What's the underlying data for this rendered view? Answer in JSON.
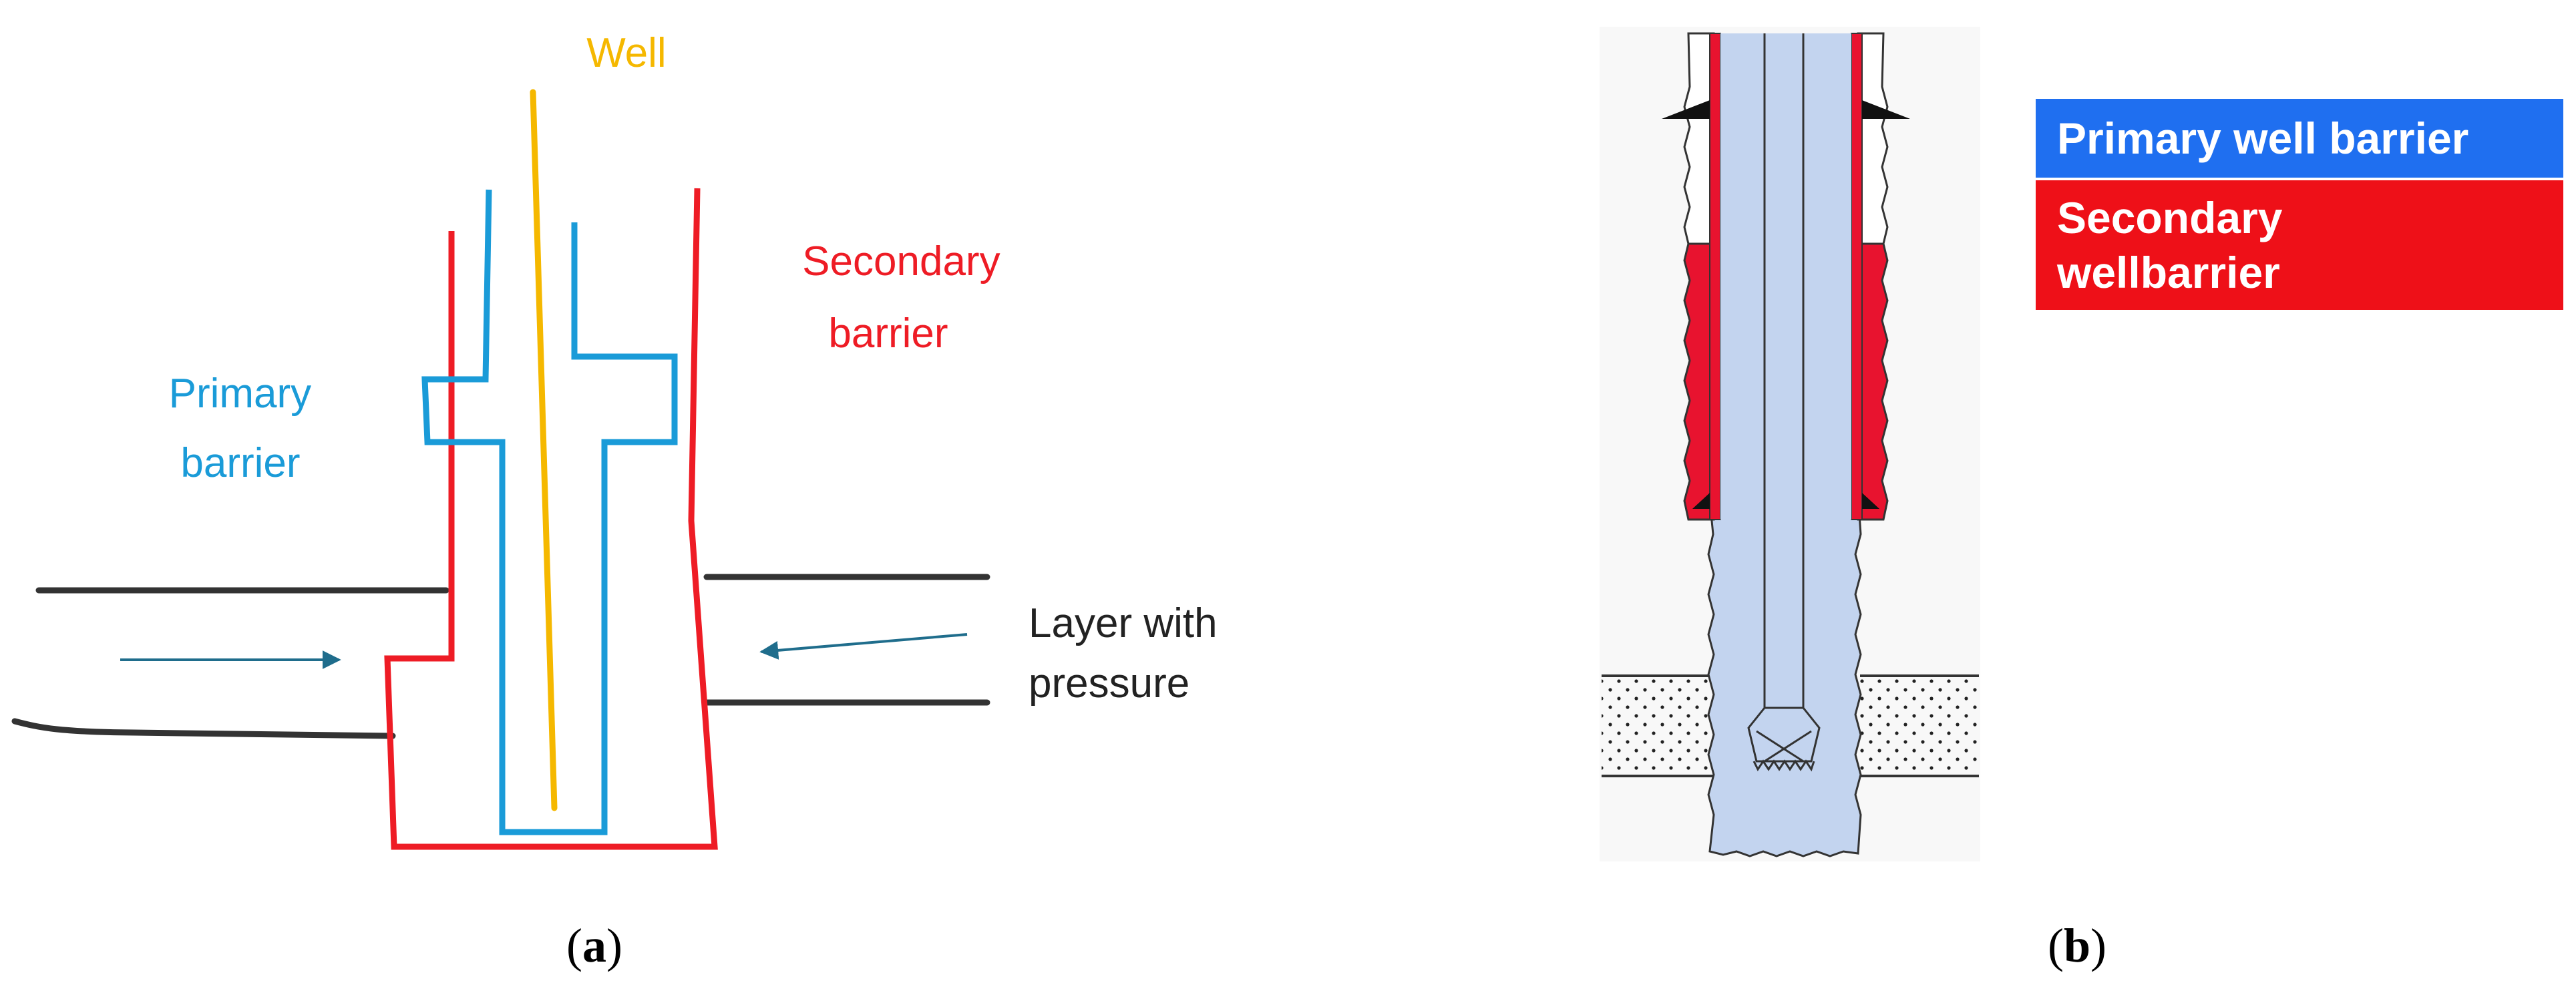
{
  "panel_a": {
    "labels": {
      "well": "Well",
      "secondary_barrier": [
        "Secondary",
        "barrier"
      ],
      "primary_barrier": [
        "Primary",
        "barrier"
      ],
      "layer_with_pressure": [
        "Layer with",
        "pressure"
      ]
    },
    "caption": {
      "open": "(",
      "letter": "a",
      "close": ")"
    }
  },
  "panel_b": {
    "legend": {
      "primary": "Primary well barrier",
      "secondary": [
        "Secondary",
        "wellbarrier"
      ]
    },
    "caption": {
      "open": "(",
      "letter": "b",
      "close": ")"
    }
  },
  "colors": {
    "primary": "#1a9bd8",
    "secondary": "#ee1c25",
    "well": "#f5b800",
    "formation": "#333333",
    "arrow": "#1f6d8c",
    "tubing_fill": "#c3d4ef",
    "legend_primary": "#1f6ff0",
    "legend_secondary": "#ee1018"
  }
}
